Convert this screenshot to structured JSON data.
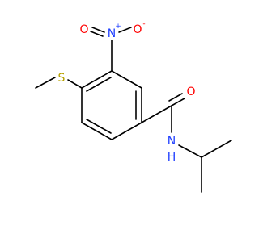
{
  "molecule": {
    "atoms": {
      "sulfur": {
        "symbol": "S",
        "color": "#b8a200"
      },
      "nitro_nitrogen": {
        "symbol": "N",
        "charge": "+",
        "color": "#1f3fff"
      },
      "nitro_oxygen_double": {
        "symbol": "O",
        "color": "#ff0000"
      },
      "nitro_oxygen_single": {
        "symbol": "O",
        "charge": "-",
        "color": "#ff0000"
      },
      "carbonyl_oxygen": {
        "symbol": "O",
        "color": "#ff0000"
      },
      "amide_nitrogen": {
        "symbol": "N",
        "color": "#1f3fff"
      },
      "amide_hydrogen": {
        "symbol": "H",
        "color": "#1f3fff"
      }
    },
    "bond_color": "#000000"
  }
}
